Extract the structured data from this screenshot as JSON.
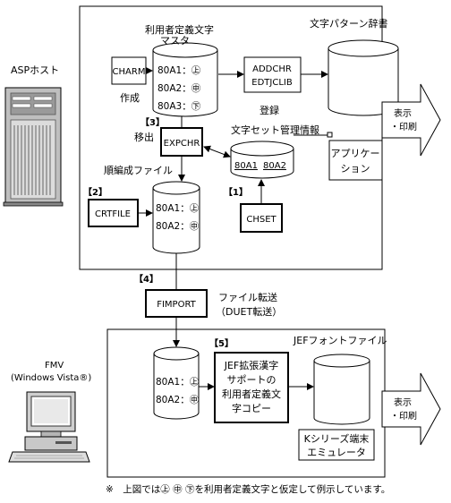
{
  "asp_host": {
    "label": "ASPホスト"
  },
  "client": {
    "label_line1": "FMV",
    "label_line2": "(Windows Vista®)"
  },
  "master": {
    "title_line1": "利用者定義文字",
    "title_line2": "マスタ",
    "rows": [
      "80A1：㊤",
      "80A2：㊥",
      "80A3：㊦"
    ]
  },
  "dictionary": {
    "title": "文字パターン辞書"
  },
  "charm": {
    "label": "CHARM",
    "caption": "作成"
  },
  "addchr": {
    "line1": "ADDCHR",
    "line2": "EDTJCLIB",
    "caption": "登録"
  },
  "charset_file": {
    "title": "文字セット管理情報",
    "cells": [
      "80A1",
      "80A2"
    ]
  },
  "app_box": {
    "line1": "アプリケー",
    "line2": "ション"
  },
  "display_print_1": {
    "line1": "表示",
    "line2": "・印刷"
  },
  "expchr": {
    "label": "EXPCHR",
    "step": "【3】",
    "caption": "移出"
  },
  "seq_file": {
    "title": "順編成ファイル",
    "rows": [
      "80A1：㊤",
      "80A2：㊥"
    ]
  },
  "crtfile": {
    "label": "CRTFILE",
    "step": "【2】"
  },
  "chset": {
    "label": "CHSET",
    "step": "【1】"
  },
  "fimport": {
    "label": "FIMPORT",
    "step": "【4】",
    "caption_line1": "ファイル転送",
    "caption_line2": "（DUET転送）"
  },
  "client_file": {
    "rows": [
      "80A1：㊤",
      "80A2：㊥"
    ]
  },
  "jef_copy": {
    "step": "【5】",
    "lines": [
      "JEF拡張漢字",
      "サポートの",
      "利用者定義文",
      "字コピー"
    ]
  },
  "jef_font": {
    "title": "JEFフォントファイル"
  },
  "emulator": {
    "line1": "Kシリーズ端末",
    "line2": "エミュレータ"
  },
  "display_print_2": {
    "line1": "表示",
    "line2": "・印刷"
  },
  "footnote": "※　上図では㊤ ㊥ ㊦を利用者定義文字と仮定して例示しています。"
}
